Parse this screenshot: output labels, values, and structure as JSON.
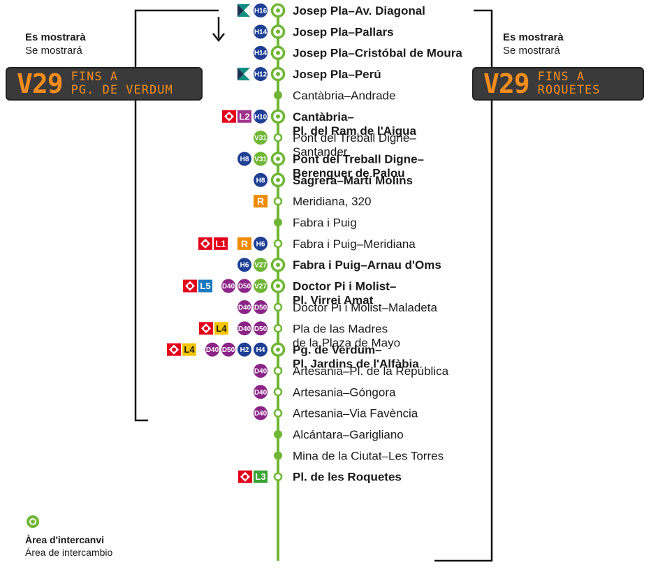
{
  "colors": {
    "line": "#6fb634",
    "bus_h": "#1f3f94",
    "bus_v": "#6fb634",
    "bus_d": "#8b2486",
    "metro": "#e3001b",
    "metro_l1": "#e3001b",
    "metro_l2": "#a0338c",
    "metro_l3": "#3aa335",
    "metro_l4": "#f5c400",
    "metro_l5": "#1879bf",
    "rodalies": "#f08a00",
    "tram": "#0f8f82",
    "led_text": "#f28c1c"
  },
  "left_sign": {
    "title_ca": "Es mostrarà",
    "title_es": "Se mostrará",
    "route": "V29",
    "dest_line1": "FINS A",
    "dest_line2": "PG. DE VERDUM"
  },
  "right_sign": {
    "title_ca": "Es mostrarà",
    "title_es": "Se mostrará",
    "route": "V29",
    "dest_line1": "FINS A",
    "dest_line2": "ROQUETES"
  },
  "legend": {
    "icon": "interchange-ring-icon",
    "label_ca": "Àrea d'intercanvi",
    "label_es": "Área de intercambio"
  },
  "stops": [
    {
      "name": [
        "Josep Pla–Av. Diagonal"
      ],
      "kind": "interchange",
      "bold": true,
      "connections": [
        {
          "t": "tram"
        },
        {
          "t": "bus",
          "c": "h",
          "l": "H16"
        }
      ]
    },
    {
      "name": [
        "Josep Pla–Pallars"
      ],
      "kind": "interchange",
      "bold": true,
      "connections": [
        {
          "t": "bus",
          "c": "h",
          "l": "H14"
        }
      ]
    },
    {
      "name": [
        "Josep Pla–Cristóbal de Moura"
      ],
      "kind": "interchange",
      "bold": true,
      "connections": [
        {
          "t": "bus",
          "c": "h",
          "l": "H14"
        }
      ]
    },
    {
      "name": [
        "Josep Pla–Perú"
      ],
      "kind": "interchange",
      "bold": true,
      "connections": [
        {
          "t": "tram"
        },
        {
          "t": "bus",
          "c": "h",
          "l": "H12"
        }
      ]
    },
    {
      "name": [
        "Cantàbria–Andrade"
      ],
      "kind": "dot",
      "bold": false,
      "connections": []
    },
    {
      "name": [
        "Cantàbria–",
        "Pl. del Ram de l'Aigua"
      ],
      "kind": "interchange",
      "bold": true,
      "connections": [
        {
          "t": "metro"
        },
        {
          "t": "metroline",
          "c": "metro_l2",
          "l": "L2"
        },
        {
          "t": "bus",
          "c": "h",
          "l": "H10"
        }
      ]
    },
    {
      "name": [
        "Pont del Treball Digne–",
        "Santander"
      ],
      "kind": "ring",
      "bold": false,
      "connections": [
        {
          "t": "bus",
          "c": "v",
          "l": "V31"
        }
      ]
    },
    {
      "name": [
        "Pont del Treball Digne–",
        "Berenguer de Palou"
      ],
      "kind": "interchange",
      "bold": true,
      "connections": [
        {
          "t": "bus",
          "c": "h",
          "l": "H8"
        },
        {
          "t": "bus",
          "c": "v",
          "l": "V31"
        }
      ]
    },
    {
      "name": [
        "Sagrera–Martí Molins"
      ],
      "kind": "interchange",
      "bold": true,
      "connections": [
        {
          "t": "bus",
          "c": "h",
          "l": "H8"
        }
      ]
    },
    {
      "name": [
        "Meridiana, 320"
      ],
      "kind": "ring",
      "bold": false,
      "connections": [
        {
          "t": "rodalies",
          "l": "R"
        }
      ]
    },
    {
      "name": [
        "Fabra i Puig"
      ],
      "kind": "dot",
      "bold": false,
      "connections": []
    },
    {
      "name": [
        "Fabra i Puig–Meridiana"
      ],
      "kind": "ring",
      "bold": false,
      "connections": [
        {
          "t": "metro"
        },
        {
          "t": "metroline",
          "c": "metro_l1",
          "l": "L1"
        },
        {
          "t": "gap"
        },
        {
          "t": "rodalies",
          "l": "R"
        },
        {
          "t": "bus",
          "c": "h",
          "l": "H6"
        }
      ]
    },
    {
      "name": [
        "Fabra i Puig–Arnau d'Oms"
      ],
      "kind": "interchange",
      "bold": true,
      "connections": [
        {
          "t": "bus",
          "c": "h",
          "l": "H6"
        },
        {
          "t": "bus",
          "c": "v",
          "l": "V27"
        }
      ]
    },
    {
      "name": [
        "Doctor Pi i Molist–",
        "Pl. Virrei Amat"
      ],
      "kind": "interchange",
      "bold": true,
      "connections": [
        {
          "t": "metro"
        },
        {
          "t": "metroline",
          "c": "metro_l5",
          "l": "L5"
        },
        {
          "t": "gap"
        },
        {
          "t": "bus",
          "c": "d",
          "l": "D40"
        },
        {
          "t": "bus",
          "c": "d",
          "l": "D50"
        },
        {
          "t": "bus",
          "c": "v",
          "l": "V27"
        }
      ]
    },
    {
      "name": [
        "Doctor Pi i Molist–Maladeta"
      ],
      "kind": "ring",
      "bold": false,
      "connections": [
        {
          "t": "bus",
          "c": "d",
          "l": "D40"
        },
        {
          "t": "bus",
          "c": "d",
          "l": "D50"
        }
      ]
    },
    {
      "name": [
        "Pla de las Madres",
        "de la Plaza de Mayo"
      ],
      "kind": "ring",
      "bold": false,
      "connections": [
        {
          "t": "metro"
        },
        {
          "t": "metroline",
          "c": "metro_l4",
          "l": "L4",
          "dark": true
        },
        {
          "t": "gap"
        },
        {
          "t": "bus",
          "c": "d",
          "l": "D40"
        },
        {
          "t": "bus",
          "c": "d",
          "l": "D50"
        }
      ]
    },
    {
      "name": [
        "Pg. de Verdum–",
        "Pl. Jardins de l'Alfàbia"
      ],
      "kind": "interchange",
      "bold": true,
      "connections": [
        {
          "t": "metro"
        },
        {
          "t": "metroline",
          "c": "metro_l4",
          "l": "L4",
          "dark": true
        },
        {
          "t": "gap"
        },
        {
          "t": "bus",
          "c": "d",
          "l": "D40"
        },
        {
          "t": "bus",
          "c": "d",
          "l": "D50"
        },
        {
          "t": "bus",
          "c": "h",
          "l": "H2"
        },
        {
          "t": "bus",
          "c": "h",
          "l": "H4"
        }
      ]
    },
    {
      "name": [
        "Artesania–Pl. de la República"
      ],
      "kind": "ring",
      "bold": false,
      "connections": [
        {
          "t": "bus",
          "c": "d",
          "l": "D40"
        }
      ]
    },
    {
      "name": [
        "Artesania–Góngora"
      ],
      "kind": "ring",
      "bold": false,
      "connections": [
        {
          "t": "bus",
          "c": "d",
          "l": "D40"
        }
      ]
    },
    {
      "name": [
        "Artesania–Via Favència"
      ],
      "kind": "ring",
      "bold": false,
      "connections": [
        {
          "t": "bus",
          "c": "d",
          "l": "D40"
        }
      ]
    },
    {
      "name": [
        "Alcántara–Garigliano"
      ],
      "kind": "dot",
      "bold": false,
      "connections": []
    },
    {
      "name": [
        "Mina de la Ciutat–Les Torres"
      ],
      "kind": "dot",
      "bold": false,
      "connections": []
    },
    {
      "name": [
        "Pl. de les Roquetes"
      ],
      "kind": "ring",
      "bold": true,
      "connections": [
        {
          "t": "metro"
        },
        {
          "t": "metroline",
          "c": "metro_l3",
          "l": "L3"
        }
      ]
    }
  ]
}
